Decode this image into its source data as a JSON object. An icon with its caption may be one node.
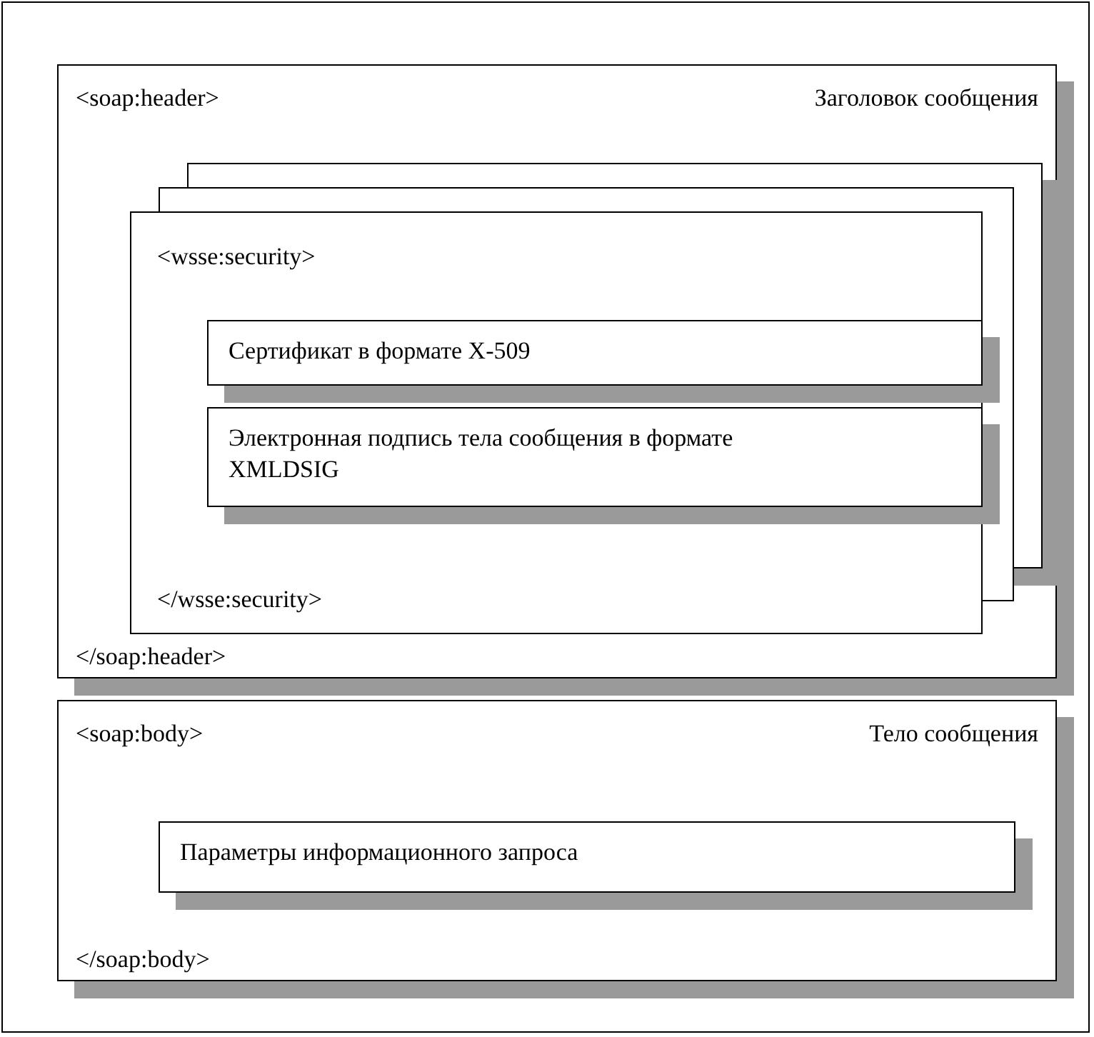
{
  "diagram": {
    "nodes": [
      {
        "text": [
          "<soap:header>",
          "Заголовок  сообщения",
          "</soap:header>"
        ]
      },
      {
        "text": [
          "<wsse:security>",
          "</wsse:security>"
        ],
        "in": 0
      },
      {
        "text": [
          "Сертификат в формате X-509"
        ],
        "in": 1
      },
      {
        "text": [
          "Электронная подпись тела сообщения  в формате XMLDSIG"
        ],
        "in": 1
      },
      {
        "text": [
          "<soap:body>",
          "Тело сообщения",
          "</soap:body>"
        ]
      },
      {
        "text": [
          "Параметры информационного запроса"
        ],
        "in": 4
      }
    ],
    "edges": []
  }
}
